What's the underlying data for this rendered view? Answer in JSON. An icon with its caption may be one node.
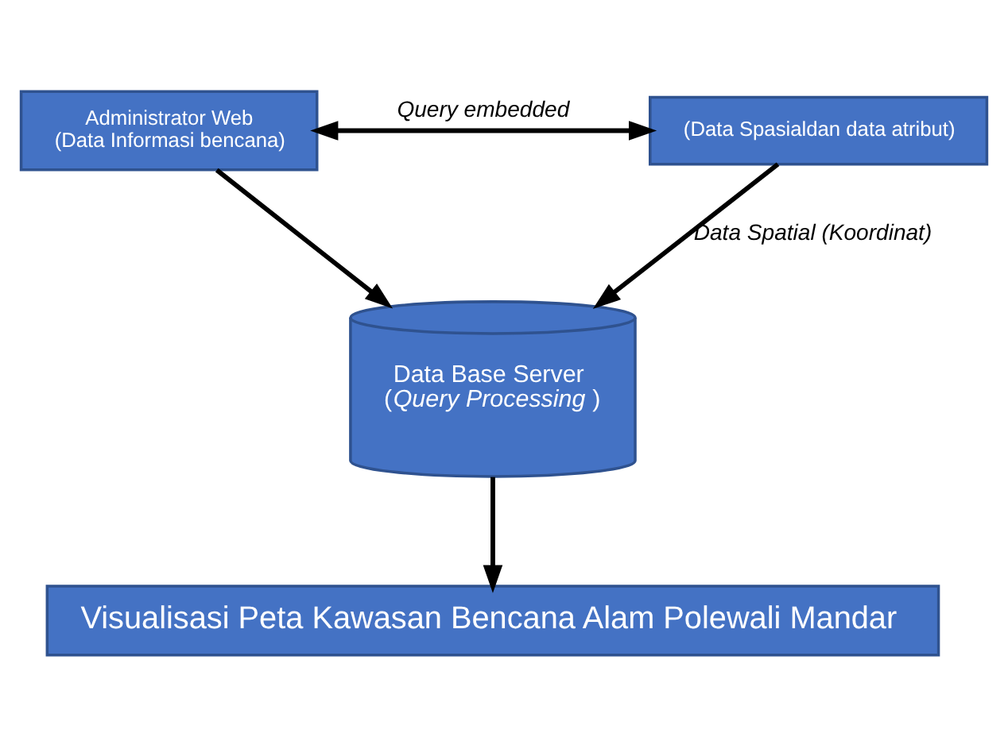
{
  "diagram": {
    "nodes": [
      {
        "text": [
          "Administrator Web",
          "(Data Informasi bencana)"
        ]
      },
      {
        "text": [
          "(Data Spasialdan data atribut)"
        ]
      },
      {
        "text": [
          "Data Base Server",
          "(*Query Processing*)"
        ]
      },
      {
        "text": [
          "Visualisasi Peta Kawasan Bencana Alam Polewali Mandar"
        ]
      }
    ],
    "edges": [
      {
        "from": 0,
        "to": 1,
        "arrow": "both",
        "label": "Query embedded"
      },
      {
        "from": 0,
        "to": 2,
        "arrow": "to"
      },
      {
        "from": 1,
        "to": 2,
        "arrow": "to",
        "label": "Data Spatial (Koordinat)"
      },
      {
        "from": 2,
        "to": 3,
        "arrow": "to"
      }
    ]
  }
}
